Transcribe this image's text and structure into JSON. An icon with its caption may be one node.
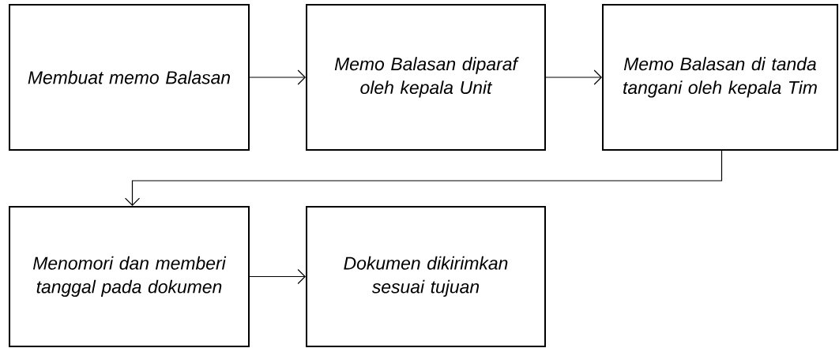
{
  "diagram": {
    "nodes": [
      {
        "text": [
          "Membuat memo Balasan"
        ]
      },
      {
        "text": [
          "Memo Balasan diparaf oleh kepala Unit"
        ]
      },
      {
        "text": [
          "Memo Balasan di tanda tangani oleh kepala Tim"
        ]
      },
      {
        "text": [
          "Menomori dan memberi tanggal pada dokumen"
        ]
      },
      {
        "text": [
          "Dokumen dikirimkan sesuai tujuan"
        ]
      }
    ],
    "edges": [
      {
        "from": 0,
        "to": 1,
        "arrow": "to"
      },
      {
        "from": 1,
        "to": 2,
        "arrow": "to"
      },
      {
        "from": 2,
        "to": 3,
        "arrow": "to"
      },
      {
        "from": 3,
        "to": 4,
        "arrow": "to"
      }
    ]
  }
}
